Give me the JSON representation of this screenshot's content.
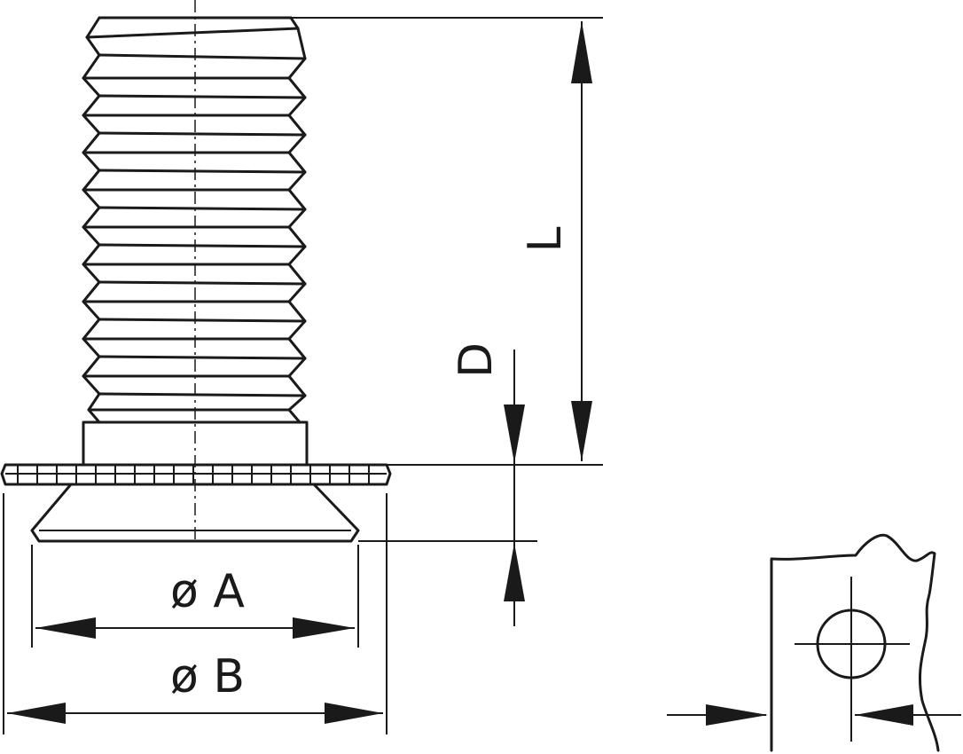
{
  "dimensions": {
    "diameter_a": "ø A",
    "diameter_b": "ø B",
    "length": "L",
    "head_height": "D"
  }
}
